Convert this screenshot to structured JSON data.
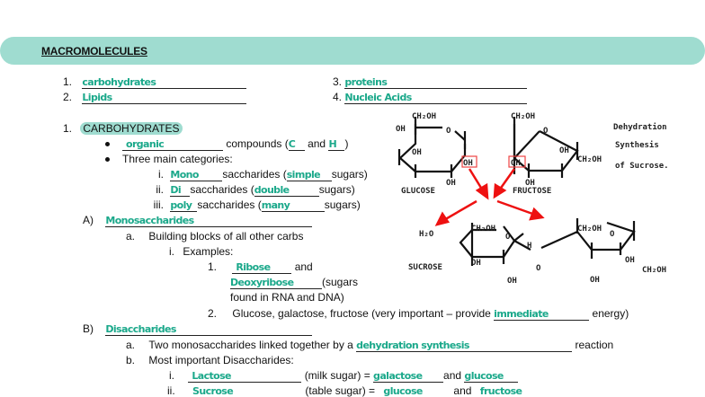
{
  "header": {
    "title": "MACROMOLECULES",
    "banner_color": "#9fdcd0"
  },
  "macromolecule_list": [
    {
      "num": "1.",
      "answer": "carbohydrates"
    },
    {
      "num": "2.",
      "answer": "Lipids"
    },
    {
      "num": "3.",
      "answer": "proteins"
    },
    {
      "num": "4.",
      "answer": "Nucleic Acids"
    }
  ],
  "carbs": {
    "num": "1.",
    "heading": "CARBOHYDRATES",
    "bullet1": {
      "answer": "organic",
      "text": "compounds (",
      "a1": "C",
      "and": "and",
      "a2": "H",
      "close": ")"
    },
    "bullet2": "Three main categories:",
    "categories": [
      {
        "num": "i.",
        "answer": "Mono",
        "text": "saccharides (",
        "answer2": "simple",
        "end": "sugars)"
      },
      {
        "num": "ii.",
        "answer": "Di",
        "text": "saccharides (",
        "answer2": "double",
        "end": "sugars)"
      },
      {
        "num": "iii.",
        "answer": "poly",
        "text": "saccharides (",
        "answer2": "many",
        "end": "sugars)"
      }
    ],
    "sectionA": {
      "label": "A)",
      "answer": "Monosaccharides",
      "a_label": "a.",
      "a_text": "Building blocks of all other carbs",
      "i_label": "i.",
      "i_text": "Examples:",
      "ex1_label": "1.",
      "ex1_answer": "Ribose",
      "ex1_and": "and",
      "ex1_answer2": "Deoxyribose",
      "ex1_tail": "(sugars",
      "ex1_tail2": "found in RNA and DNA)",
      "ex2_label": "2.",
      "ex2_text": "Glucose, galactose, fructose (very important – provide",
      "ex2_answer": "immediate",
      "ex2_end": "energy)"
    },
    "sectionB": {
      "label": "B)",
      "answer": "Disaccharides",
      "a_label": "a.",
      "a_text": "Two monosaccharides linked together by a",
      "a_answer": "dehydration synthesis",
      "a_end": "reaction",
      "b_label": "b.",
      "b_text": "Most important Disaccharides:",
      "items": [
        {
          "num": "i.",
          "answer": "Lactose",
          "desc": "(milk sugar) =",
          "p1": "galactose",
          "and": "and",
          "p2": "glucose"
        },
        {
          "num": "ii.",
          "answer": "Sucrose",
          "desc": "(table sugar) =",
          "p1": "glucose",
          "and": "and",
          "p2": "fructose"
        }
      ]
    }
  },
  "diagram": {
    "glucose_label": "GLUCOSE",
    "fructose_label": "FRUCTOSE",
    "sucrose_label": "SUCROSE",
    "water": "H₂O",
    "ch2oh": "CH₂OH",
    "oh": "OH",
    "o": "O",
    "h": "H",
    "caption": [
      "Dehydration",
      "Synthesis",
      "of Sucrose."
    ],
    "arrow_color": "#ee1111"
  }
}
